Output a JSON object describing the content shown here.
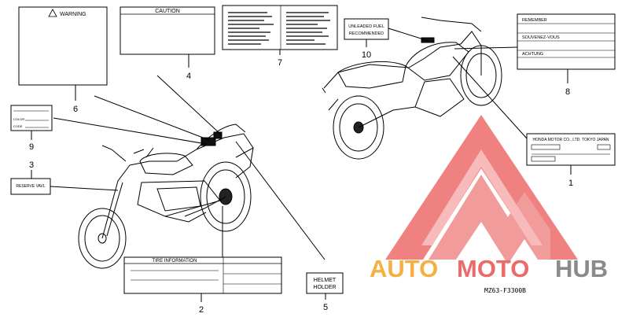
{
  "labels": {
    "warning": "WARNING",
    "caution": "CAUTION",
    "color": "COLOR",
    "code": "CODE",
    "reserve_valve": "RESERVE VAVL",
    "tire_information": "TIRE INFORMATION",
    "helmet_holder_line1": "HELMET",
    "helmet_holder_line2": "HOLDER",
    "unleaded_line1": "UNLEADED FUEL",
    "unleaded_line2": "RECOMMENDED",
    "remember": "REMEMBER",
    "souvenez": "SOUVENEZ-VOUS",
    "achtung": "ACHTUNG",
    "honda_plate": "HONDA MOTOR CO., LTD. TOKYO JAPAN"
  },
  "callouts": {
    "c1": "1",
    "c2": "2",
    "c3": "3",
    "c4": "4",
    "c5": "5",
    "c6": "6",
    "c7": "7",
    "c8": "8",
    "c9": "9",
    "c10": "10"
  },
  "diagram_code": "MZ63-F3300B",
  "watermark": {
    "brand_part1": "AUTO",
    "brand_part2": "MOTO",
    "brand_part3": "HUB",
    "color_orange": "#f5b041",
    "color_red": "#ec6a6a",
    "color_gray": "#8a8a8a"
  }
}
